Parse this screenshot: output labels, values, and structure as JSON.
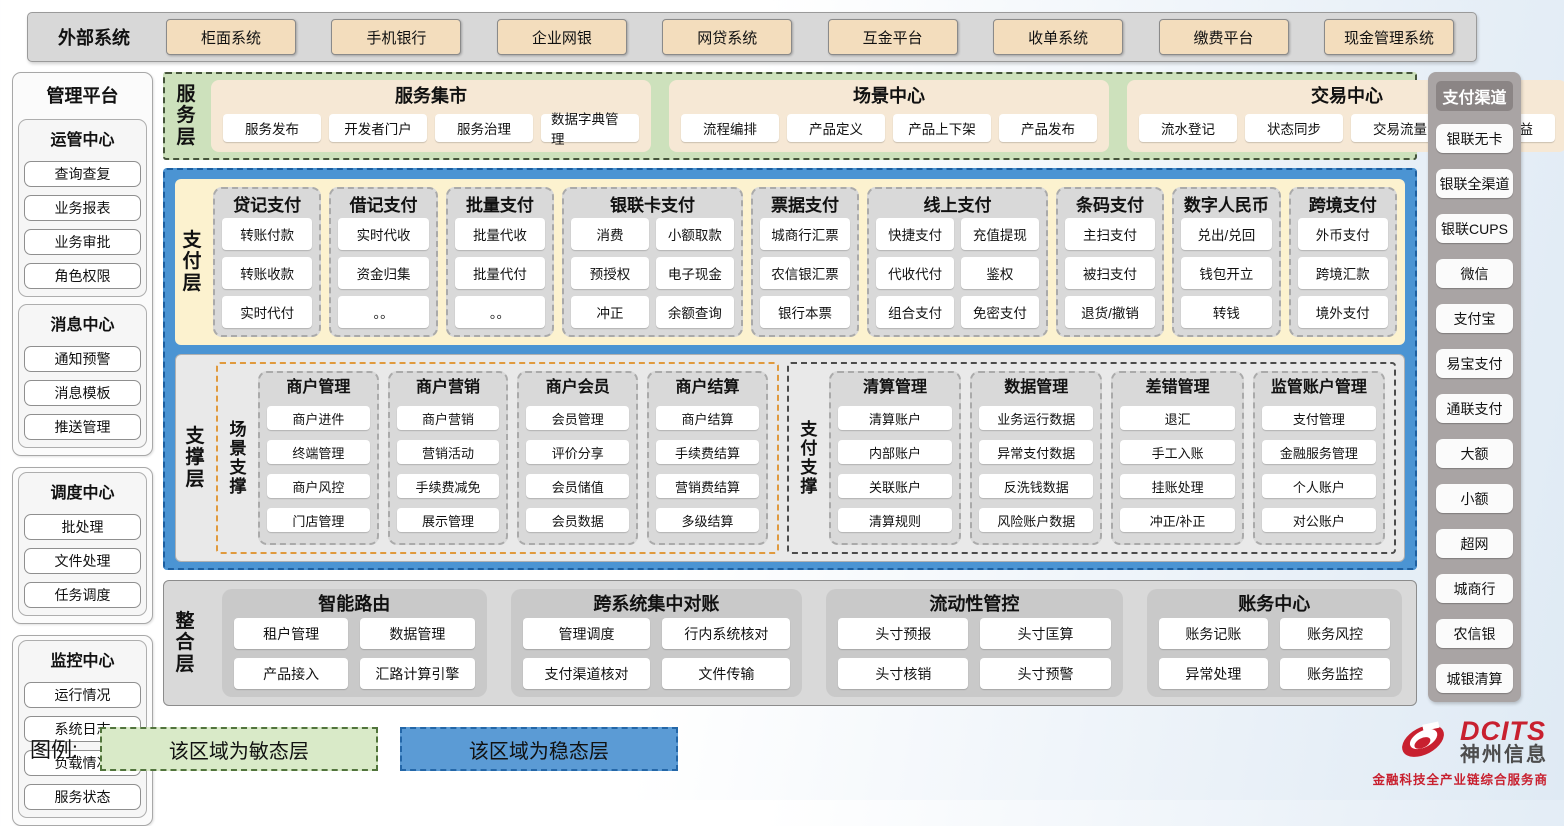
{
  "external": {
    "label": "外部系统",
    "systems": [
      "柜面系统",
      "手机银行",
      "企业网银",
      "网贷系统",
      "互金平台",
      "收单系统",
      "缴费平台",
      "现金管理系统"
    ]
  },
  "management": {
    "title": "管理平台",
    "groups": [
      {
        "title": "运管中心",
        "items": [
          "查询查复",
          "业务报表",
          "业务审批",
          "角色权限"
        ]
      },
      {
        "title": "消息中心",
        "items": [
          "通知预警",
          "消息模板",
          "推送管理"
        ]
      },
      {
        "title": "调度中心",
        "items": [
          "批处理",
          "文件处理",
          "任务调度"
        ]
      },
      {
        "title": "监控中心",
        "items": [
          "运行情况",
          "系统日志",
          "负载情况",
          "服务状态"
        ]
      }
    ]
  },
  "service_layer": {
    "label": "服务层",
    "centers": [
      {
        "title": "服务集市",
        "flex": 360,
        "items": [
          "服务发布",
          "开发者门户",
          "服务治理",
          "数据字典管理"
        ]
      },
      {
        "title": "场景中心",
        "flex": 415,
        "items": [
          "流程编排",
          "产品定义",
          "产品上下架",
          "产品发布"
        ]
      },
      {
        "title": "交易中心",
        "flex": 390,
        "items": [
          "流水登记",
          "状态同步",
          "交易流量",
          "产品收益"
        ]
      }
    ]
  },
  "payment_layer": {
    "label": "支付层",
    "columns": [
      {
        "title": "贷记支付",
        "cols": 1,
        "items": [
          "转账付款",
          "转账收款",
          "实时代付"
        ]
      },
      {
        "title": "借记支付",
        "cols": 1,
        "items": [
          "实时代收",
          "资金归集",
          "。。"
        ]
      },
      {
        "title": "批量支付",
        "cols": 1,
        "items": [
          "批量代收",
          "批量代付",
          "。。"
        ]
      },
      {
        "title": "银联卡支付",
        "cols": 2,
        "items": [
          "消费",
          "小额取款",
          "预授权",
          "电子现金",
          "冲正",
          "余额查询"
        ]
      },
      {
        "title": "票据支付",
        "cols": 1,
        "items": [
          "城商行汇票",
          "农信银汇票",
          "银行本票"
        ]
      },
      {
        "title": "线上支付",
        "cols": 2,
        "items": [
          "快捷支付",
          "充值提现",
          "代收代付",
          "鉴权",
          "组合支付",
          "免密支付"
        ]
      },
      {
        "title": "条码支付",
        "cols": 1,
        "items": [
          "主扫支付",
          "被扫支付",
          "退货/撤销"
        ]
      },
      {
        "title": "数字人民币",
        "cols": 1,
        "items": [
          "兑出/兑回",
          "钱包开立",
          "转钱"
        ]
      },
      {
        "title": "跨境支付",
        "cols": 1,
        "items": [
          "外币支付",
          "跨境汇款",
          "境外支付"
        ]
      }
    ]
  },
  "support_layer": {
    "label": "支撑层",
    "groups": [
      {
        "label": "场景支撑",
        "style": "orange",
        "columns": [
          {
            "title": "商户管理",
            "items": [
              "商户进件",
              "终端管理",
              "商户风控",
              "门店管理"
            ]
          },
          {
            "title": "商户营销",
            "items": [
              "商户营销",
              "营销活动",
              "手续费减免",
              "展示管理"
            ]
          },
          {
            "title": "商户会员",
            "items": [
              "会员管理",
              "评价分享",
              "会员储值",
              "会员数据"
            ]
          },
          {
            "title": "商户结算",
            "items": [
              "商户结算",
              "手续费结算",
              "营销费结算",
              "多级结算"
            ]
          }
        ]
      },
      {
        "label": "支付支撑",
        "style": "dark",
        "columns": [
          {
            "title": "清算管理",
            "items": [
              "清算账户",
              "内部账户",
              "关联账户",
              "清算规则"
            ]
          },
          {
            "title": "数据管理",
            "items": [
              "业务运行数据",
              "异常支付数据",
              "反洗钱数据",
              "风险账户数据"
            ]
          },
          {
            "title": "差错管理",
            "items": [
              "退汇",
              "手工入账",
              "挂账处理",
              "冲正/补正"
            ]
          },
          {
            "title": "监管账户管理",
            "items": [
              "支付管理",
              "金融服务管理",
              "个人账户",
              "对公账户"
            ]
          }
        ]
      }
    ]
  },
  "integration_layer": {
    "label": "整合层",
    "sections": [
      {
        "title": "智能路由",
        "flex": 265,
        "items": [
          "租户管理",
          "数据管理",
          "产品接入",
          "汇路计算引擎"
        ]
      },
      {
        "title": "跨系统集中对账",
        "flex": 295,
        "items": [
          "管理调度",
          "行内系统核对",
          "支付渠道核对",
          "文件传输"
        ]
      },
      {
        "title": "流动性管控",
        "flex": 300,
        "items": [
          "头寸预报",
          "头寸匡算",
          "头寸核销",
          "头寸预警"
        ]
      },
      {
        "title": "账务中心",
        "flex": 255,
        "items": [
          "账务记账",
          "账务风控",
          "异常处理",
          "账务监控"
        ]
      }
    ]
  },
  "channels": {
    "title": "支付渠道",
    "items": [
      "银联无卡",
      "银联全渠道",
      "银联CUPS",
      "微信",
      "支付宝",
      "易宝支付",
      "通联支付",
      "大额",
      "小额",
      "超网",
      "城商行",
      "农信银",
      "城银清算"
    ]
  },
  "legend": {
    "label": "图例:",
    "agile": "该区域为敏态层",
    "stable": "该区域为稳态层"
  },
  "logo": {
    "brand": "DCITS",
    "name": "神州信息",
    "tagline": "金融科技全产业链综合服务商"
  },
  "colors": {
    "agile_green": "#cde1bc",
    "stable_blue": "#4b94d3",
    "payment_cream": "#fcf2cf",
    "brand_red": "#c8202f"
  }
}
